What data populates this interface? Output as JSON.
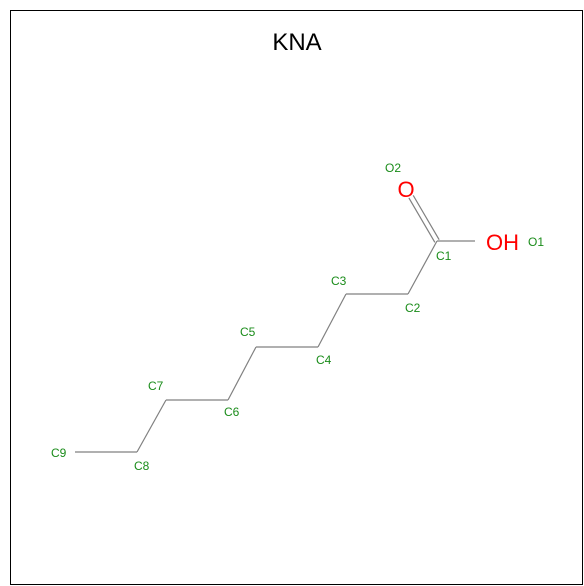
{
  "title": "KNA",
  "colors": {
    "bond": "#808080",
    "label": "#1a8c1a",
    "oxygen": "#ff0000",
    "title": "#000000",
    "frame": "#000000"
  },
  "atoms": [
    {
      "id": "C1",
      "label": "C1",
      "element": "C"
    },
    {
      "id": "C2",
      "label": "C2",
      "element": "C"
    },
    {
      "id": "C3",
      "label": "C3",
      "element": "C"
    },
    {
      "id": "C4",
      "label": "C4",
      "element": "C"
    },
    {
      "id": "C5",
      "label": "C5",
      "element": "C"
    },
    {
      "id": "C6",
      "label": "C6",
      "element": "C"
    },
    {
      "id": "C7",
      "label": "C7",
      "element": "C"
    },
    {
      "id": "C8",
      "label": "C8",
      "element": "C"
    },
    {
      "id": "C9",
      "label": "C9",
      "element": "C"
    },
    {
      "id": "O1",
      "label": "O1",
      "element": "O",
      "symbol": "OH"
    },
    {
      "id": "O2",
      "label": "O2",
      "element": "O",
      "symbol": "O"
    }
  ],
  "bonds": [
    {
      "from": "C1",
      "to": "O1",
      "order": 1
    },
    {
      "from": "C1",
      "to": "O2",
      "order": 2
    },
    {
      "from": "C1",
      "to": "C2",
      "order": 1
    },
    {
      "from": "C2",
      "to": "C3",
      "order": 1
    },
    {
      "from": "C3",
      "to": "C4",
      "order": 1
    },
    {
      "from": "C4",
      "to": "C5",
      "order": 1
    },
    {
      "from": "C5",
      "to": "C6",
      "order": 1
    },
    {
      "from": "C6",
      "to": "C7",
      "order": 1
    },
    {
      "from": "C7",
      "to": "C8",
      "order": 1
    },
    {
      "from": "C8",
      "to": "C9",
      "order": 1
    }
  ]
}
